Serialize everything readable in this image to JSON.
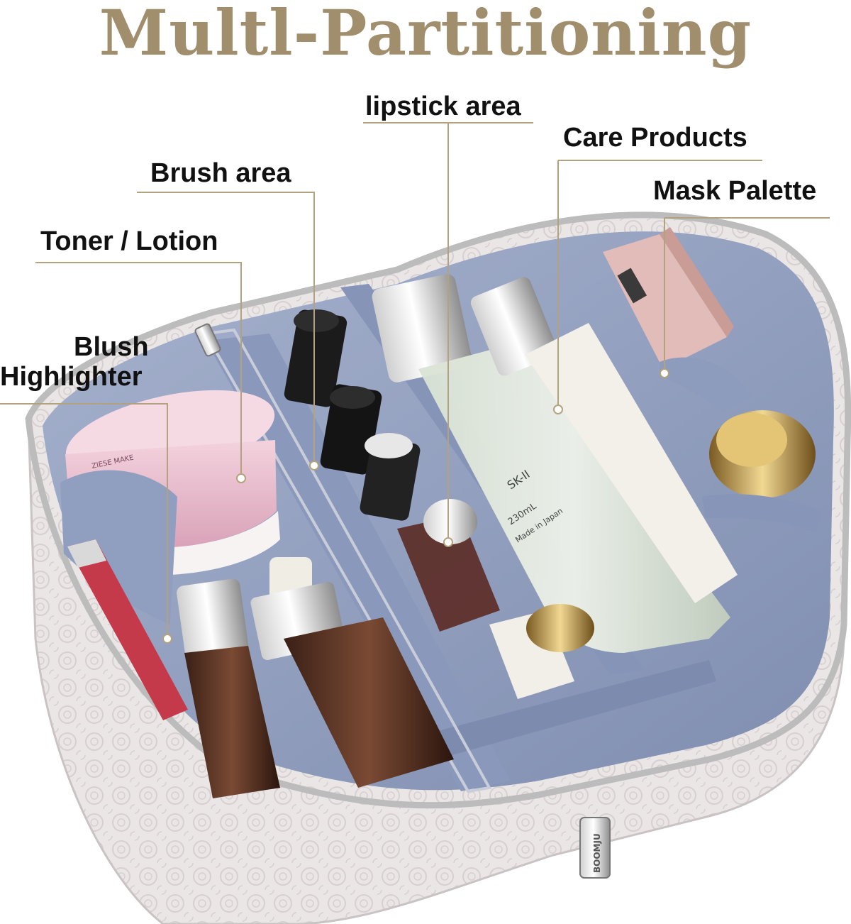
{
  "headline": {
    "text": "Multl-Partitioning",
    "color": "#a08e6c"
  },
  "callouts": [
    {
      "id": "lipstick",
      "text": "lipstick area"
    },
    {
      "id": "care",
      "text": "Care Products"
    },
    {
      "id": "brush",
      "text": "Brush area"
    },
    {
      "id": "mask",
      "text": "Mask Palette"
    },
    {
      "id": "toner",
      "text": "Toner / Lotion"
    },
    {
      "id": "blush-1",
      "text": "Blush"
    },
    {
      "id": "blush-2",
      "text": "Highlighter"
    }
  ],
  "product_text": {
    "bottle_brand": "SK-II",
    "bottle_volume": "230mL",
    "bottle_origin": "Made in Japan",
    "zipper_tag": "BOOMJU"
  },
  "colors": {
    "label_text": "#111111",
    "leader_line": "#b3a27f",
    "lining": "#97a4c2",
    "bag_shell": "#ece7e7"
  }
}
